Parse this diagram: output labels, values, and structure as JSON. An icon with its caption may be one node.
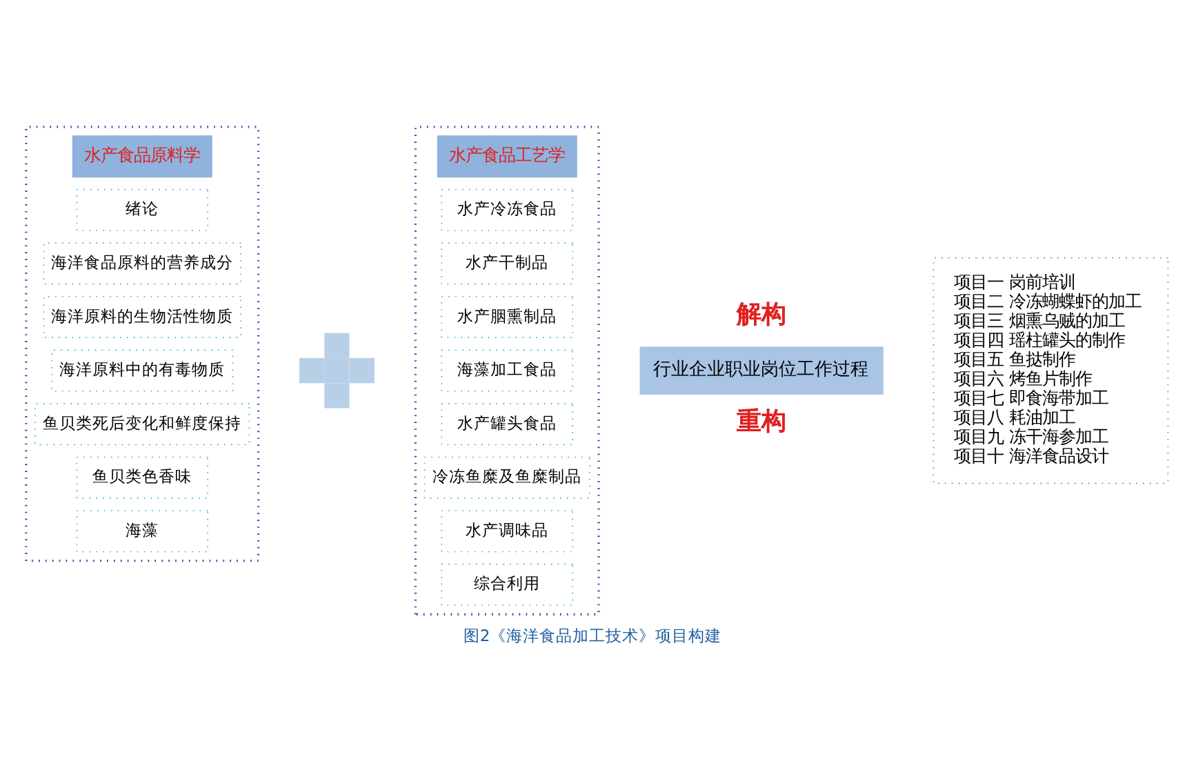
{
  "diagram": {
    "caption": "图2《海洋食品加工技术》项目构建",
    "nodes": [
      {
        "text": [],
        "shape": "box"
      },
      {
        "text": [
          "水产食品原料学"
        ],
        "in": 0
      },
      {
        "text": [
          "绪论"
        ],
        "in": 0
      },
      {
        "text": [
          "海洋食品原料的营养成分"
        ],
        "in": 0
      },
      {
        "text": [
          "海洋原料的生物活性物质"
        ],
        "in": 0
      },
      {
        "text": [
          "海洋原料中的有毒物质"
        ],
        "in": 0
      },
      {
        "text": [
          "鱼贝类死后变化和鲜度保持"
        ],
        "in": 0
      },
      {
        "text": [
          "鱼贝类色香味"
        ],
        "in": 0
      },
      {
        "text": [
          "海藻"
        ],
        "in": 0
      },
      {
        "text": [],
        "shape": "cross"
      },
      {
        "text": [],
        "shape": "box"
      },
      {
        "text": [
          "水产食品工艺学"
        ],
        "in": 10
      },
      {
        "text": [
          "水产冷冻食品"
        ],
        "in": 10
      },
      {
        "text": [
          "水产干制品"
        ],
        "in": 10
      },
      {
        "text": [
          "水产胭熏制品"
        ],
        "in": 10
      },
      {
        "text": [
          "海藻加工食品"
        ],
        "in": 10
      },
      {
        "text": [
          "水产罐头食品"
        ],
        "in": 10
      },
      {
        "text": [
          "冷冻鱼糜及鱼糜制品"
        ],
        "in": 10
      },
      {
        "text": [
          "水产调味品"
        ],
        "in": 10
      },
      {
        "text": [
          "综合利用"
        ],
        "in": 10
      },
      {
        "text": [
          "行业企业职业岗位工作过程"
        ],
        "beside": [
          "解构",
          "重构"
        ]
      },
      {
        "text": [
          "项目一 岗前培训",
          "项目二 冷冻蝴蝶虾的加工",
          "项目三 烟熏乌贼的加工",
          "项目四 瑶柱罐头的制作",
          "项目五 鱼挞制作",
          "项目六 烤鱼片制作",
          "项目七 即食海带加工",
          "项目八 耗油加工",
          "项目九 冻干海参加工",
          "项目十 海洋食品设计"
        ]
      }
    ]
  }
}
